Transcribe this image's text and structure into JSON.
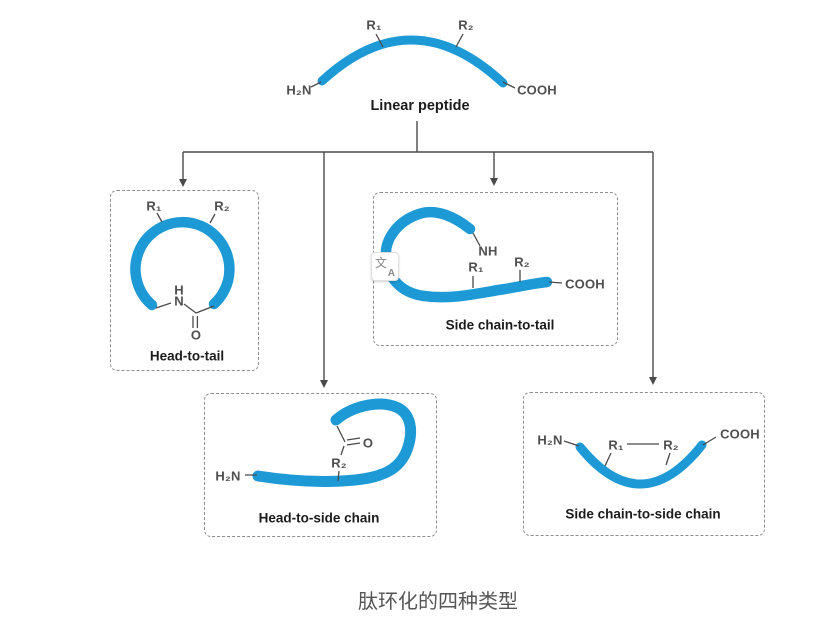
{
  "colors": {
    "peptide_blue": "#1d9ad6",
    "connector": "#4a4a4a",
    "chem": "#4f4f4f",
    "label": "#1c1c1c",
    "box_border": "#8e8e8e",
    "caption": "#565656",
    "icon_bg": "#ffffff",
    "icon_text": "#8a8a8a"
  },
  "caption": "肽环化的四种类型",
  "linear_peptide": {
    "label": "Linear peptide",
    "r1": "R₁",
    "r2": "R₂",
    "h2n": "H₂N",
    "cooh": "COOH"
  },
  "boxes": {
    "head_to_tail": {
      "label": "Head-to-tail",
      "r1": "R₁",
      "r2": "R₂",
      "amide_h": "H",
      "amide_n": "N",
      "carbonyl_o": "O"
    },
    "side_chain_to_tail": {
      "label": "Side chain-to-tail",
      "nh": "NH",
      "r1": "R₁",
      "r2": "R₂",
      "cooh": "COOH"
    },
    "head_to_side_chain": {
      "label": "Head-to-side chain",
      "h2n": "H₂N",
      "r2": "R₂",
      "carbonyl_o": "O"
    },
    "side_chain_to_side_chain": {
      "label": "Side chain-to-side chain",
      "h2n": "H₂N",
      "r1": "R₁",
      "r2": "R₂",
      "cooh": "COOH"
    }
  },
  "translate_icon": {
    "zh": "文",
    "latin": "A"
  }
}
